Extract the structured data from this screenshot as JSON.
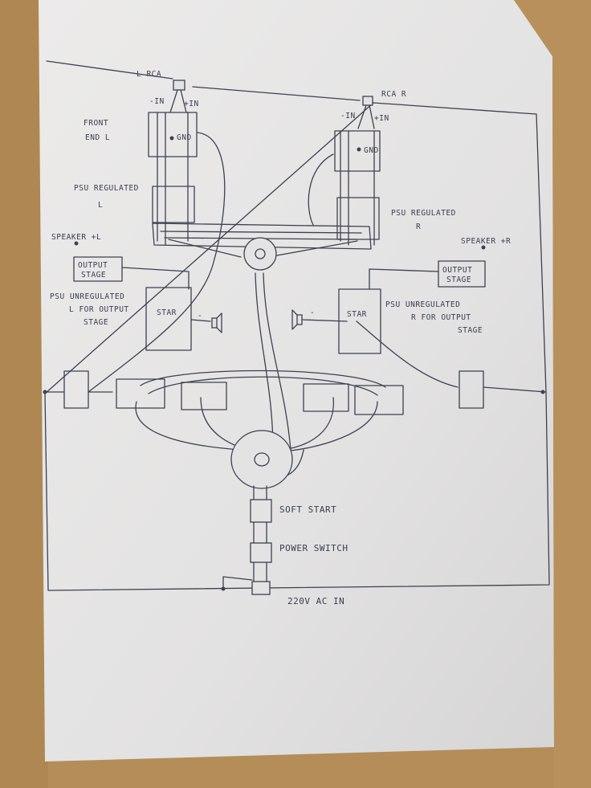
{
  "labels": {
    "l_rca": "L RCA",
    "rca_r": "RCA R",
    "l_minus_in": "-IN",
    "l_plus_in": "+IN",
    "r_minus_in": "-IN",
    "r_plus_in": "+IN",
    "front_end_l_1": "FRONT",
    "front_end_l_2": "END L",
    "gnd_l": "GND",
    "gnd_r": "GND",
    "psu_reg_l_1": "PSU REGULATED",
    "psu_reg_l_2": "L",
    "psu_reg_r_1": "PSU REGULATED",
    "psu_reg_r_2": "R",
    "speaker_l": "SPEAKER +L",
    "speaker_r": "SPEAKER +R",
    "output_stage_l_1": "OUTPUT",
    "output_stage_l_2": "STAGE",
    "output_stage_r_1": "OUTPUT",
    "output_stage_r_2": "STAGE",
    "psu_unreg_l_1": "PSU UNREGULATED",
    "psu_unreg_l_2": "L FOR OUTPUT",
    "psu_unreg_l_3": "STAGE",
    "psu_unreg_r_1": "PSU UNREGULATED",
    "psu_unreg_r_2": "R FOR OUTPUT",
    "psu_unreg_r_3": "STAGE",
    "star_l": "STAR",
    "star_r": "STAR",
    "minus_l": "-",
    "minus_r": "-",
    "soft_start": "SOFT START",
    "power_switch": "POWER SWITCH",
    "ac_in": "220V AC IN"
  }
}
